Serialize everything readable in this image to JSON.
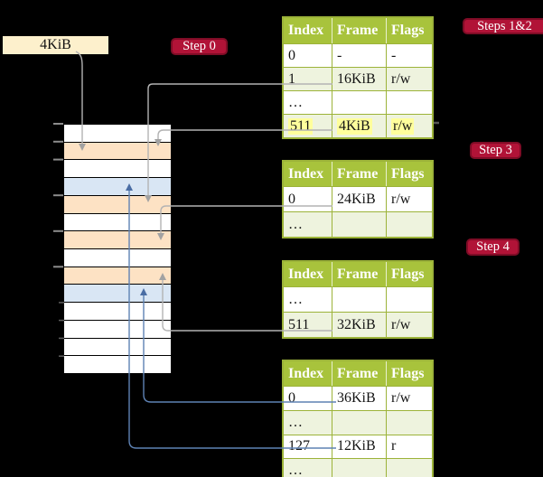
{
  "page_size_label": "4KiB",
  "badges": [
    {
      "id": "step0",
      "label": "Step 0"
    },
    {
      "id": "steps12",
      "label": "Steps 1&2"
    },
    {
      "id": "step3",
      "label": "Step 3"
    },
    {
      "id": "step4",
      "label": "Step 4"
    }
  ],
  "tables": [
    {
      "name": "page-table-steps-1-2",
      "columns": [
        "Index",
        "Frame",
        "Flags"
      ],
      "rows": [
        {
          "index": "0",
          "frame": "-",
          "flags": "-",
          "shade": false,
          "highlight": false
        },
        {
          "index": "1",
          "frame": "16KiB",
          "flags": "r/w",
          "shade": true,
          "highlight": false
        },
        {
          "index": "…",
          "frame": "",
          "flags": "",
          "shade": false,
          "highlight": false
        },
        {
          "index": "511",
          "frame": "4KiB",
          "flags": "r/w",
          "shade": true,
          "highlight": true
        }
      ]
    },
    {
      "name": "page-table-step-3",
      "columns": [
        "Index",
        "Frame",
        "Flags"
      ],
      "rows": [
        {
          "index": "0",
          "frame": "24KiB",
          "flags": "r/w",
          "shade": false,
          "highlight": false
        },
        {
          "index": "…",
          "frame": "",
          "flags": "",
          "shade": true,
          "highlight": false
        }
      ]
    },
    {
      "name": "page-table-step-4-upper",
      "columns": [
        "Index",
        "Frame",
        "Flags"
      ],
      "rows": [
        {
          "index": "…",
          "frame": "",
          "flags": "",
          "shade": false,
          "highlight": false
        },
        {
          "index": "511",
          "frame": "32KiB",
          "flags": "r/w",
          "shade": true,
          "highlight": false
        }
      ]
    },
    {
      "name": "page-table-leaf",
      "columns": [
        "Index",
        "Frame",
        "Flags"
      ],
      "rows": [
        {
          "index": "0",
          "frame": "36KiB",
          "flags": "r/w",
          "shade": false,
          "highlight": false
        },
        {
          "index": "…",
          "frame": "",
          "flags": "",
          "shade": true,
          "highlight": false
        },
        {
          "index": "127",
          "frame": "12KiB",
          "flags": "r",
          "shade": false,
          "highlight": false
        },
        {
          "index": "…",
          "frame": "",
          "flags": "",
          "shade": true,
          "highlight": false
        }
      ]
    }
  ],
  "memory_strip": {
    "rows": [
      "white",
      "orange",
      "white",
      "blue",
      "orange",
      "white",
      "orange",
      "white",
      "orange",
      "blue",
      "white",
      "white",
      "white",
      "white"
    ]
  },
  "colors": {
    "header_green": "#a8c33c",
    "olive": "#9cb339",
    "row_green": "#eef3de",
    "yellow_hl": "#ffff9c",
    "frame_orange": "#fde2c4",
    "frame_blue": "#d9e6f4",
    "cream": "#fdf0cc",
    "badge_red": "#b11337",
    "badge_border": "#7f0c26",
    "gray_line": "#b3b3b3",
    "gray_arrow": "#a2a2a2",
    "blue_line": "#5e82b4",
    "blue_arrow": "#4a6da4"
  }
}
